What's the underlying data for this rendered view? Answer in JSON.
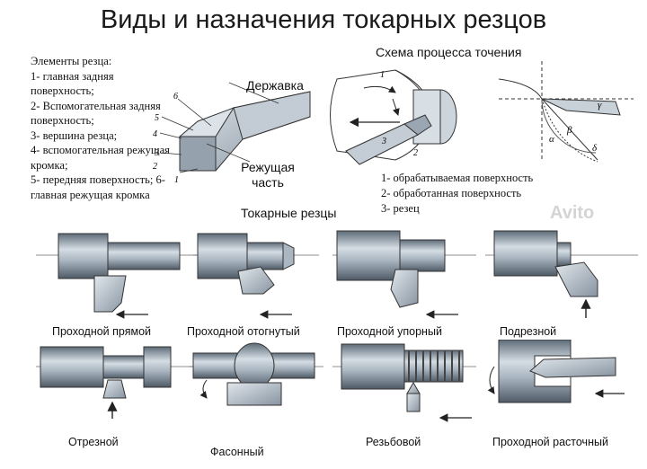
{
  "title": "Виды и назначения токарных резцов",
  "legend": {
    "heading": "Элементы резца:",
    "items": [
      "1- главная задняя поверхность;",
      "2- Вспомогательная задняя поверхность;",
      "3- вершина резца;",
      "4- вспомогательная режущая кромка;",
      "5- передняя поверхность; 6- главная режущая кромка"
    ]
  },
  "tool_diagram": {
    "holder_label": "Державка",
    "cutting_part_label": "Режущая часть",
    "part_numbers": [
      "1",
      "2",
      "3",
      "4",
      "5",
      "6"
    ]
  },
  "turning_scheme": {
    "title": "Схема процесса точения",
    "markers": [
      "1",
      "2",
      "3"
    ],
    "angles": [
      "γ",
      "α",
      "β",
      "δ"
    ],
    "items": [
      "1- обрабатываемая поверхность",
      "2- обработанная поверхность",
      "3- резец"
    ]
  },
  "cutters_section_title": "Токарные резцы",
  "cutters": [
    "Проходной прямой",
    "Проходной отогнутый",
    "Проходной упорный",
    "Подрезной",
    "Отрезной",
    "Фасонный",
    "Резьбовой",
    "Проходной расточный"
  ],
  "watermark": "Avito",
  "colors": {
    "metal_dark": "#6f7e8c",
    "metal_light": "#c9d2da",
    "tool": "#b9c3cc",
    "arrow": "#222222"
  }
}
